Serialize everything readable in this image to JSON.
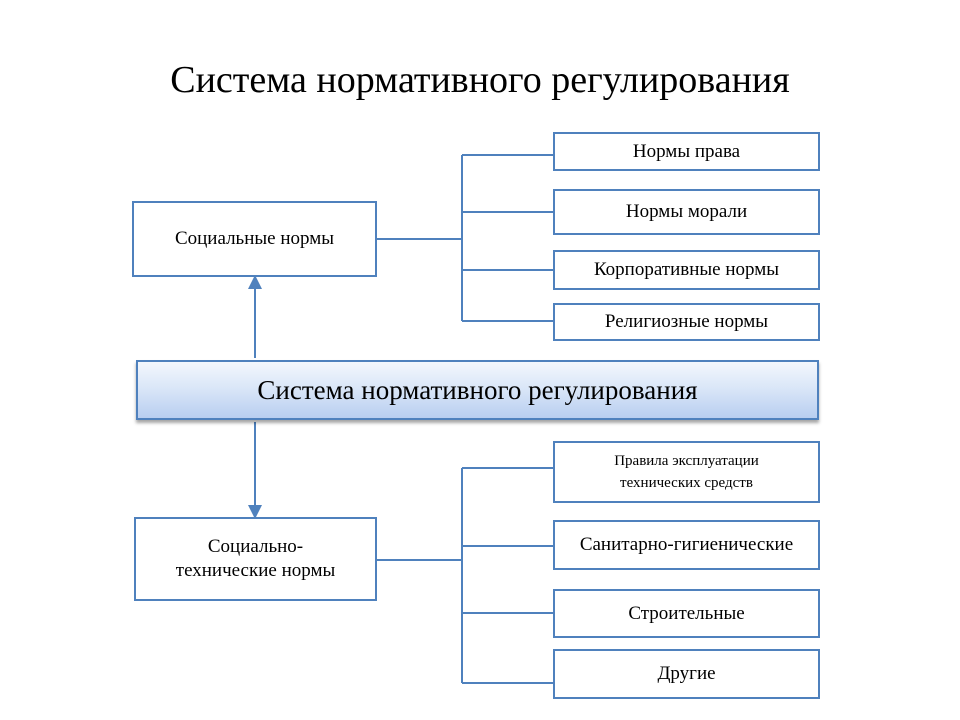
{
  "title": "Система нормативного регулирования",
  "central": "Система нормативного регулирования",
  "social": {
    "label": "Социальные нормы",
    "items": [
      "Нормы права",
      "Нормы морали",
      "Корпоративные нормы",
      "Религиозные нормы"
    ]
  },
  "technical": {
    "label_line1": "Социально-",
    "label_line2": "технические нормы",
    "items": [
      {
        "line1": "Правила эксплуатации",
        "line2": "технических средств"
      },
      "Санитарно-гигиенические",
      "Строительные",
      "Другие"
    ]
  },
  "colors": {
    "border": "#4f81bd",
    "central_fill_top": "#f3f7fd",
    "central_fill_bottom": "#b8cef0"
  }
}
